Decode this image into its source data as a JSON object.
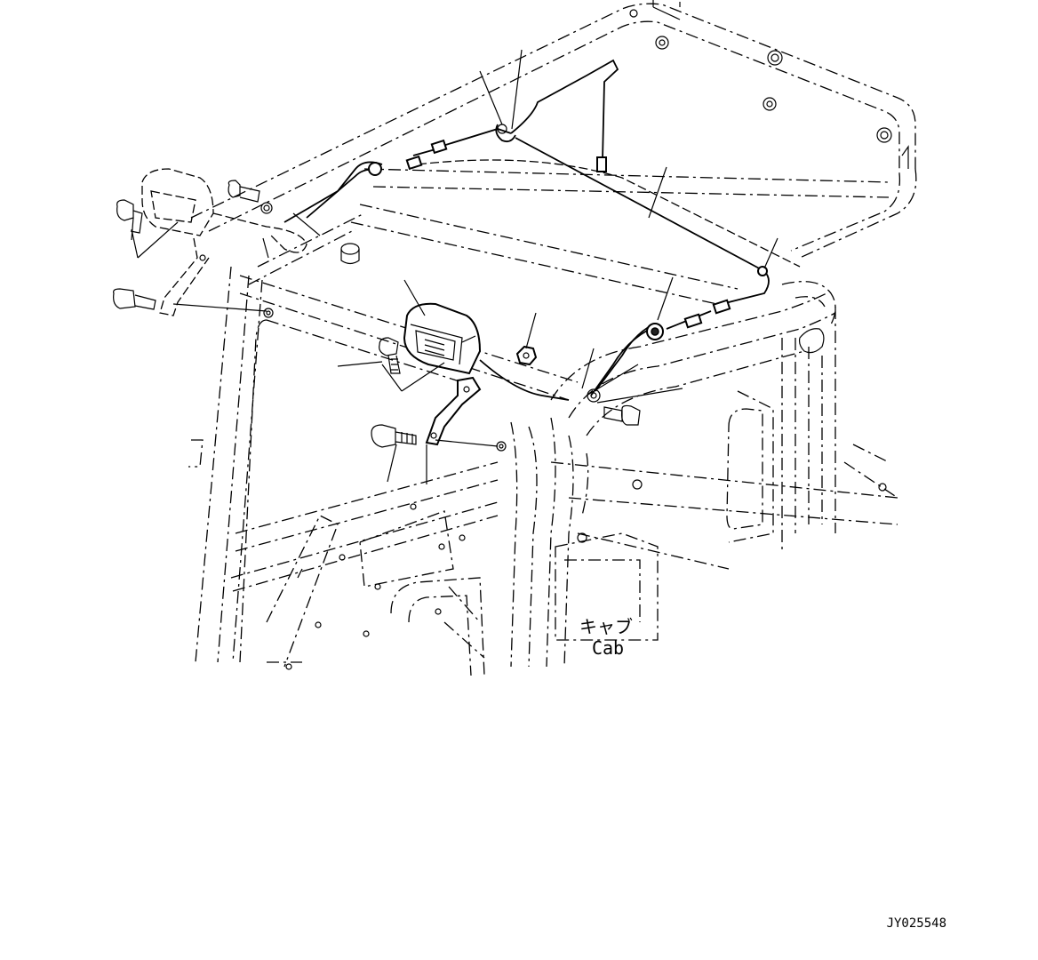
{
  "labels": {
    "cab_jp": "キャブ",
    "cab_en": "Cab",
    "drawing_id": "JY025548"
  }
}
